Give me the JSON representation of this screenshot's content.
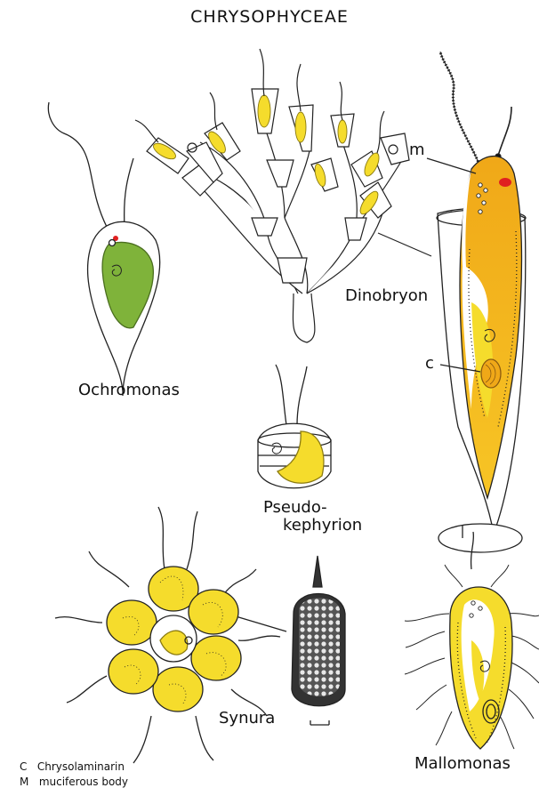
{
  "title": "CHRYSOPHYCEAE",
  "labels": {
    "ochromonas": "Ochromonas",
    "dinobryon": "Dinobryon",
    "pseudo_line1": "Pseudo-",
    "pseudo_line2": "kephyrion",
    "synura": "Synura",
    "mallomonas": "Mallomonas",
    "m": "m",
    "c": "c"
  },
  "legend": [
    {
      "key": "C",
      "text": "Chrysolaminarin"
    },
    {
      "key": "M",
      "text": "muciferous body"
    }
  ],
  "colors": {
    "chrysophyte_yellow": "#f5dc2c",
    "orange": "#f0a818",
    "ochromonas_green": "#7fb33a",
    "stigma_red": "#e02020",
    "outline": "#222222"
  }
}
